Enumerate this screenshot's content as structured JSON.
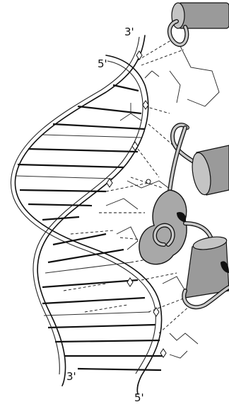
{
  "labels": {
    "top_right_strand": "3'",
    "top_left_strand": "5'",
    "bottom_left_strand": "3'",
    "bottom_right_strand": "5'"
  }
}
